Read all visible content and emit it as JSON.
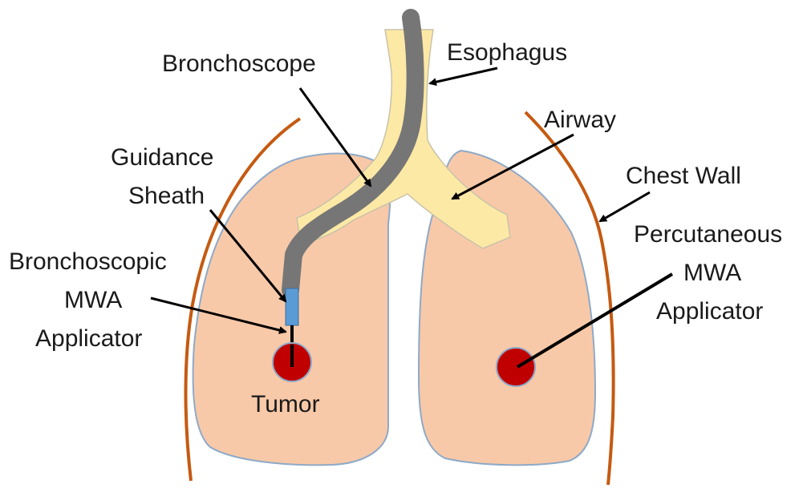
{
  "labels": {
    "esophagus": "Esophagus",
    "bronchoscope": "Bronchoscope",
    "airway": "Airway",
    "guidance_sheath": [
      "Guidance",
      "Sheath"
    ],
    "chest_wall": "Chest Wall",
    "percutaneous_applicator": [
      "Percutaneous",
      "MWA",
      "Applicator"
    ],
    "bronchoscopic_applicator": [
      "Bronchoscopic",
      "MWA",
      "Applicator"
    ],
    "tumor": "Tumor"
  },
  "colors": {
    "lung_fill": "#f8c9a8",
    "lung_outline": "#8ea9c8",
    "airway_fill": "#fde9a6",
    "airway_outline": "#c9c2a8",
    "bronchoscope": "#767676",
    "guidance_sheath": "#5b9bd5",
    "chest_wall": "#c55a11",
    "tumor_fill": "#c00000",
    "tumor_outline": "#8ea9c8",
    "pointer": "#000000"
  }
}
